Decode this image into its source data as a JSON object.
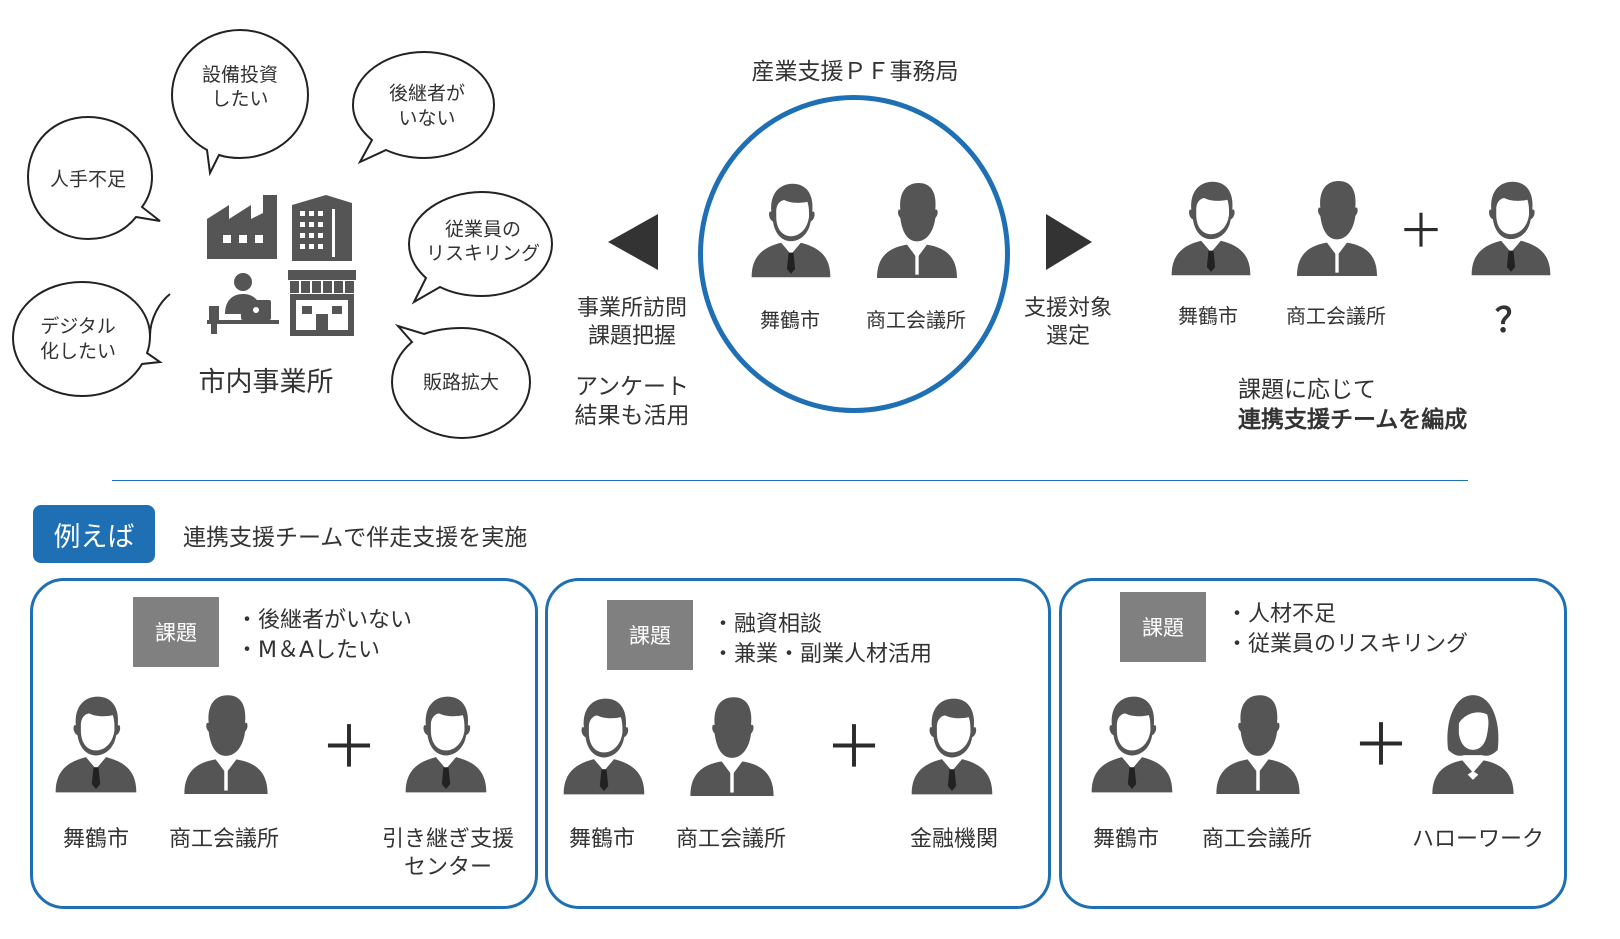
{
  "colors": {
    "accent": "#1f6fb4",
    "icon": "#555555",
    "badge": "#808080"
  },
  "bubbles": [
    {
      "text": "人手不足"
    },
    {
      "text": "設備投資\nしたい"
    },
    {
      "text": "後継者が\nいない"
    },
    {
      "text": "従業員の\nリスキリング"
    },
    {
      "text": "デジタル\n化したい"
    },
    {
      "text": "販路拡大"
    }
  ],
  "businesses_label": "市内事業所",
  "secretariat_title": "産業支援ＰＦ事務局",
  "secretariat_members": {
    "city": "舞鶴市",
    "chamber": "商工会議所"
  },
  "left_arrow_label": {
    "line1": "事業所訪問",
    "line2": "課題把握"
  },
  "survey_label": {
    "line1": "アンケート",
    "line2": "結果も活用"
  },
  "right_arrow_label": {
    "line1": "支援対象",
    "line2": "選定"
  },
  "team": {
    "city": "舞鶴市",
    "chamber": "商工会議所",
    "plus": "＋",
    "unknown": "？",
    "caption1": "課題に応じて",
    "caption2": "連携支援チームを編成"
  },
  "example_badge": "例えば",
  "example_text": "連携支援チームで伴走支援を実施",
  "cases": [
    {
      "badge": "課題",
      "issues": [
        "・後継者がいない",
        "・M＆Aしたい"
      ],
      "city": "舞鶴市",
      "chamber": "商工会議所",
      "plus": "＋",
      "partner": {
        "line1": "引き継ぎ支援",
        "line2": "センター"
      }
    },
    {
      "badge": "課題",
      "issues": [
        "・融資相談",
        "・兼業・副業人材活用"
      ],
      "city": "舞鶴市",
      "chamber": "商工会議所",
      "plus": "＋",
      "partner": {
        "line1": "金融機関",
        "line2": ""
      }
    },
    {
      "badge": "課題",
      "issues": [
        "・人材不足",
        "・従業員のリスキリング"
      ],
      "city": "舞鶴市",
      "chamber": "商工会議所",
      "plus": "＋",
      "partner": {
        "line1": "ハローワーク",
        "line2": ""
      }
    }
  ]
}
